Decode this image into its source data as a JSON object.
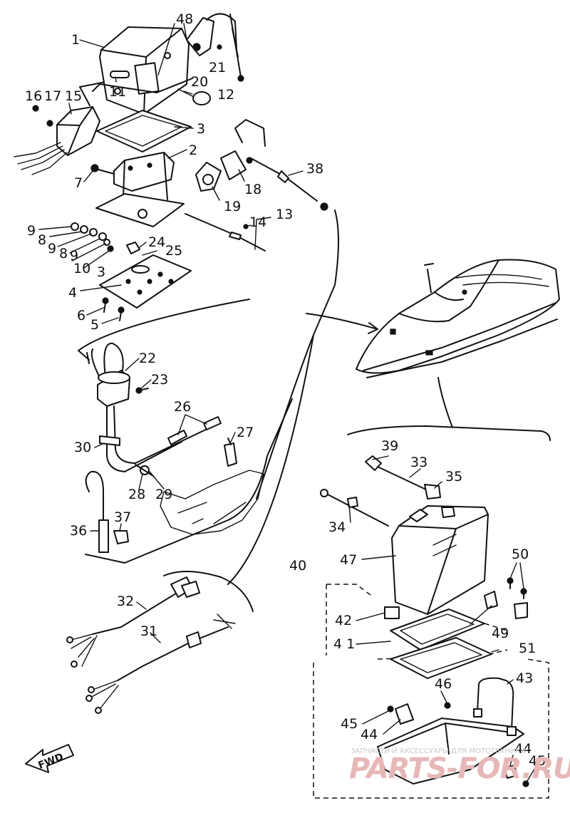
{
  "callouts": [
    {
      "id": "c1",
      "text": "1"
    },
    {
      "id": "c48",
      "text": "48"
    },
    {
      "id": "c20",
      "text": "20"
    },
    {
      "id": "c21",
      "text": "21"
    },
    {
      "id": "c11",
      "text": "11"
    },
    {
      "id": "c12",
      "text": "12"
    },
    {
      "id": "c16",
      "text": "16"
    },
    {
      "id": "c17",
      "text": "17"
    },
    {
      "id": "c15",
      "text": "15"
    },
    {
      "id": "c3a",
      "text": "3"
    },
    {
      "id": "c2",
      "text": "2"
    },
    {
      "id": "c7",
      "text": "7"
    },
    {
      "id": "c18",
      "text": "18"
    },
    {
      "id": "c19",
      "text": "19"
    },
    {
      "id": "c38",
      "text": "38"
    },
    {
      "id": "c13",
      "text": "13"
    },
    {
      "id": "c14",
      "text": "14"
    },
    {
      "id": "c9a",
      "text": "9"
    },
    {
      "id": "c8a",
      "text": "8"
    },
    {
      "id": "c9b",
      "text": "9"
    },
    {
      "id": "c8b",
      "text": "8"
    },
    {
      "id": "c9c",
      "text": "9"
    },
    {
      "id": "c10",
      "text": "10"
    },
    {
      "id": "c3b",
      "text": "3"
    },
    {
      "id": "c24",
      "text": "24"
    },
    {
      "id": "c25",
      "text": "25"
    },
    {
      "id": "c4",
      "text": "4"
    },
    {
      "id": "c6",
      "text": "6"
    },
    {
      "id": "c5",
      "text": "5"
    },
    {
      "id": "c22",
      "text": "22"
    },
    {
      "id": "c23",
      "text": "23"
    },
    {
      "id": "c26",
      "text": "26"
    },
    {
      "id": "c27",
      "text": "27"
    },
    {
      "id": "c30",
      "text": "30"
    },
    {
      "id": "c28",
      "text": "28"
    },
    {
      "id": "c29",
      "text": "29"
    },
    {
      "id": "c36",
      "text": "36"
    },
    {
      "id": "c37",
      "text": "37"
    },
    {
      "id": "c32",
      "text": "32"
    },
    {
      "id": "c31",
      "text": "31"
    },
    {
      "id": "c39",
      "text": "39"
    },
    {
      "id": "c33",
      "text": "33"
    },
    {
      "id": "c35",
      "text": "35"
    },
    {
      "id": "c34",
      "text": "34"
    },
    {
      "id": "c47",
      "text": "47"
    },
    {
      "id": "c40",
      "text": "40"
    },
    {
      "id": "c50",
      "text": "50"
    },
    {
      "id": "c42",
      "text": "42"
    },
    {
      "id": "c49",
      "text": "49"
    },
    {
      "id": "c41",
      "text": "4 1"
    },
    {
      "id": "c51",
      "text": "51"
    },
    {
      "id": "c43",
      "text": "43"
    },
    {
      "id": "c46",
      "text": "46"
    },
    {
      "id": "c45a",
      "text": "45"
    },
    {
      "id": "c44a",
      "text": "44"
    },
    {
      "id": "c44b",
      "text": "44"
    },
    {
      "id": "c45b",
      "text": "45"
    }
  ],
  "direction_marker": "FWD",
  "watermark": {
    "line1": "ЗАПЧАСТИ И АКСЕССУАРЫ ДЛЯ МОТОТЕХНИКИ",
    "line2": "PARTS-FOR.RU"
  }
}
